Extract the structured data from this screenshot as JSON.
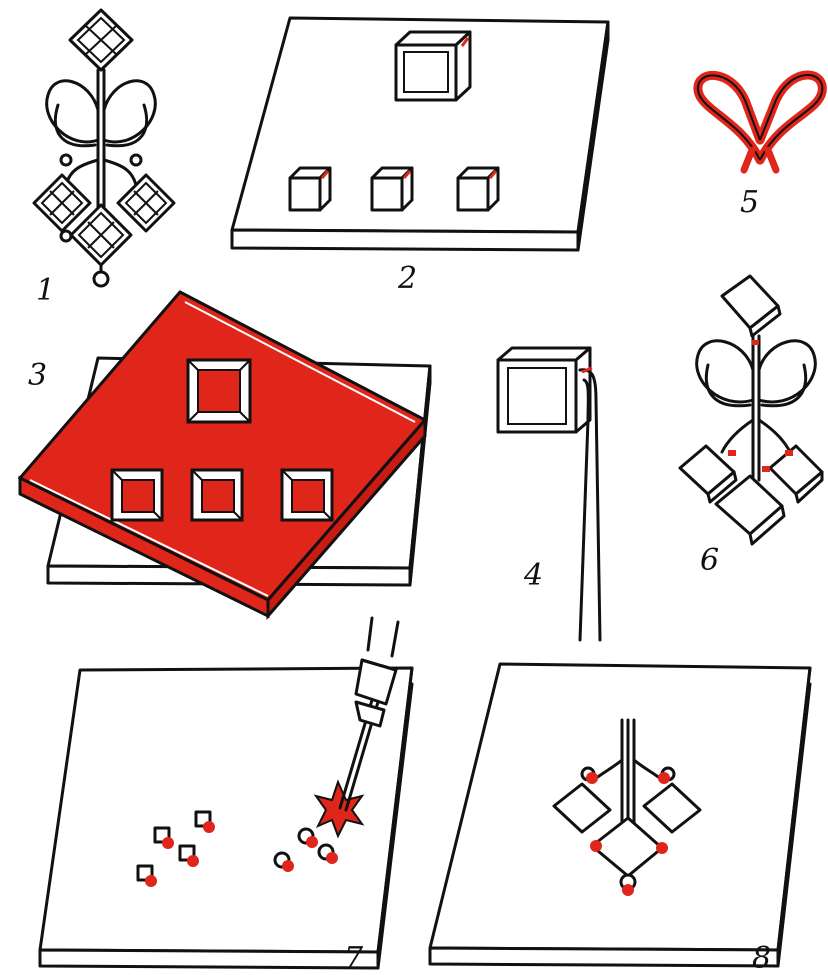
{
  "figure": {
    "labels": [
      "1",
      "2",
      "3",
      "4",
      "5",
      "6",
      "7",
      "8"
    ]
  },
  "colors": {
    "ink": "#111111",
    "accent_red": "#e0251b",
    "paper": "#ffffff"
  }
}
